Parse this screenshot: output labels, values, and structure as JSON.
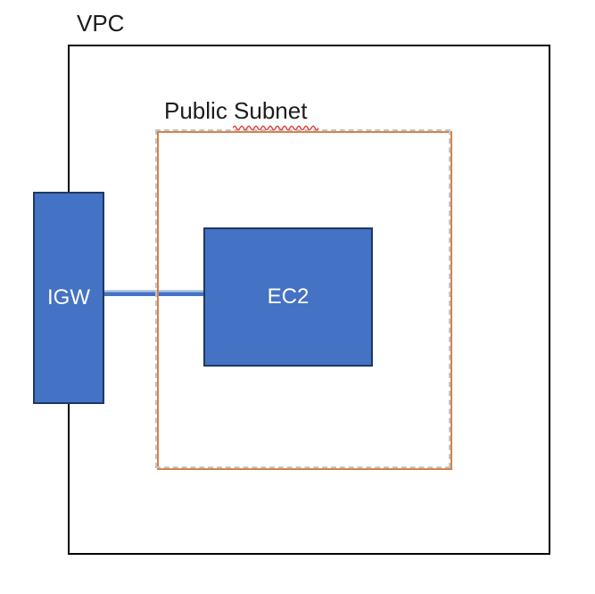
{
  "diagram": {
    "vpc": {
      "label": "VPC"
    },
    "public_subnet": {
      "label": "Public Subnet"
    },
    "igw": {
      "label": "IGW"
    },
    "ec2": {
      "label": "EC2"
    }
  },
  "colors": {
    "canvas_background": "#FFFFFF",
    "vpc_border": "#000000",
    "subnet_border_orange": "#D5824A",
    "subnet_dash_gray": "#BFC5C9",
    "shape_fill_blue": "#4472C4",
    "shape_border_dark_blue": "#1F3864",
    "connector_blue": "#4472C4",
    "connector_highlight": "#B4C7E7",
    "label_text": "#1C1C1C",
    "shape_label_text": "#FFFFFF",
    "spellcheck_squiggle_red": "#E04343"
  }
}
